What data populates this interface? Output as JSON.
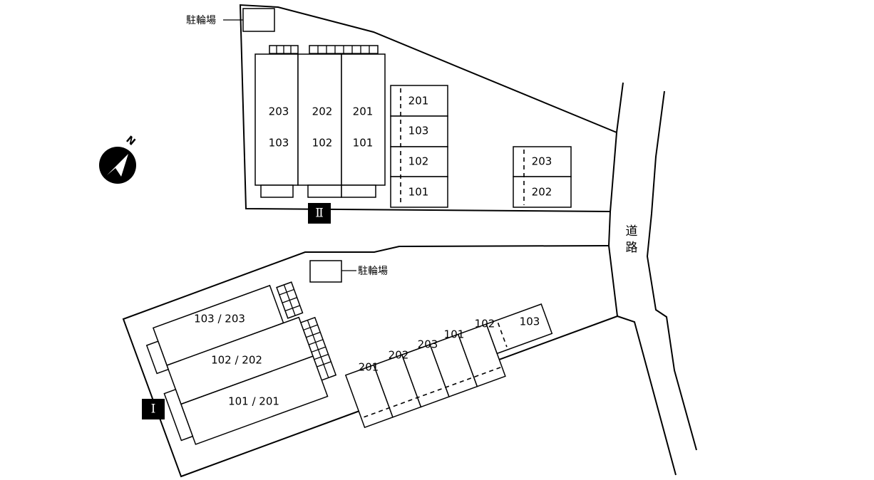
{
  "parking_label": "駐輪場",
  "road_label_1": "道",
  "road_label_2": "路",
  "compass": {
    "north_label": "N",
    "icon": "north-arrow-icon"
  },
  "building_2": {
    "tag": "Ⅱ",
    "block_a_units": [
      {
        "upper": "203",
        "lower": "103"
      },
      {
        "upper": "202",
        "lower": "102"
      },
      {
        "upper": "201",
        "lower": "101"
      }
    ],
    "parking_col_1": [
      "201",
      "103",
      "102",
      "101"
    ],
    "parking_col_2": [
      "203",
      "202"
    ]
  },
  "building_1": {
    "tag": "Ⅰ",
    "units": [
      "103 / 203",
      "102 / 202",
      "101 / 201"
    ],
    "parking_row": [
      "201",
      "202",
      "203",
      "101",
      "102",
      "103"
    ]
  },
  "colors": {
    "line": "#000000",
    "background": "#ffffff",
    "tag_fill": "#000000",
    "tag_text": "#ffffff"
  }
}
